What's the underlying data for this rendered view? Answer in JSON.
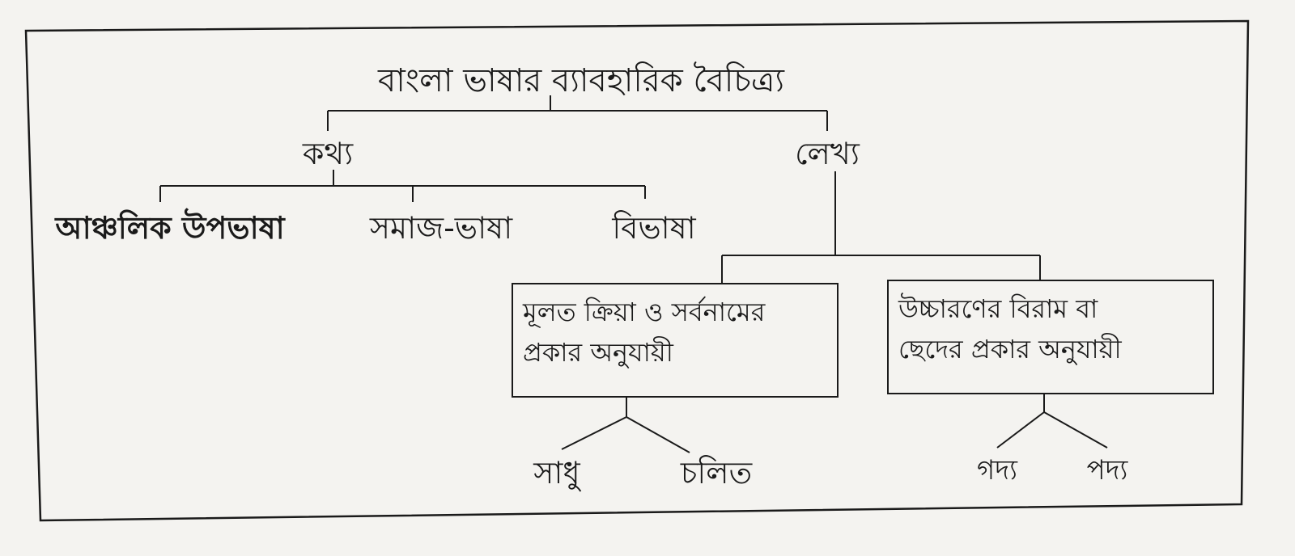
{
  "diagram": {
    "root": "বাংলা ভাষার ব্যাবহারিক বৈচিত্র্য",
    "spoken": {
      "label": "কথ্য",
      "children": [
        "আঞ্চলিক উপভাষা",
        "সমাজ-ভাষা",
        "বিভাষা"
      ]
    },
    "written": {
      "label": "লেখ্য",
      "by_verb_pronoun": {
        "lines": [
          "মূলত ক্রিয়া ও সর্বনামের",
          "প্রকার অনুযায়ী"
        ],
        "children": [
          "সাধু",
          "চলিত"
        ]
      },
      "by_pause_rhythm": {
        "lines": [
          "উচ্চারণের বিরাম বা",
          "ছেদের প্রকার অনুযায়ী"
        ],
        "children": [
          "গদ্য",
          "পদ্য"
        ]
      }
    }
  },
  "colors": {
    "ink": "#1a1a1a",
    "paper": "#f4f3f0"
  }
}
